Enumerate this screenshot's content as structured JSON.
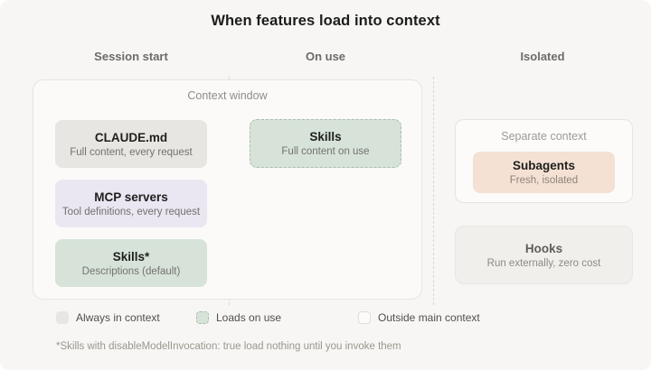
{
  "title": "When features load into context",
  "columns": {
    "session_start": "Session start",
    "on_use": "On use",
    "isolated": "Isolated"
  },
  "context_window": {
    "label": "Context window",
    "session_boxes": [
      {
        "title": "CLAUDE.md",
        "subtitle": "Full content, every request"
      },
      {
        "title": "MCP servers",
        "subtitle": "Tool definitions, every request"
      },
      {
        "title": "Skills*",
        "subtitle": "Descriptions (default)"
      }
    ],
    "on_use_boxes": [
      {
        "title": "Skills",
        "subtitle": "Full content on use"
      }
    ]
  },
  "isolated_column": {
    "separate_context": {
      "label": "Separate context",
      "box": {
        "title": "Subagents",
        "subtitle": "Fresh, isolated"
      }
    },
    "hooks": {
      "title": "Hooks",
      "subtitle": "Run externally, zero cost"
    }
  },
  "legend": [
    {
      "label": "Always in context",
      "swatch": "gray-filled"
    },
    {
      "label": "Loads on use",
      "swatch": "green-dashed"
    },
    {
      "label": "Outside main context",
      "swatch": "white-outline"
    }
  ],
  "footnote": "*Skills with disableModelInvocation: true load nothing until you invoke them",
  "colors": {
    "background": "#f7f6f4",
    "always_in_context": "#e8e6e2",
    "mcp_purple": "#eae6f2",
    "loads_on_use_green": "#d7e3d9",
    "loads_on_use_border": "#a7bead",
    "subagents_peach": "#f4e1d3",
    "outside_context_fill": "#fcfbf9"
  }
}
